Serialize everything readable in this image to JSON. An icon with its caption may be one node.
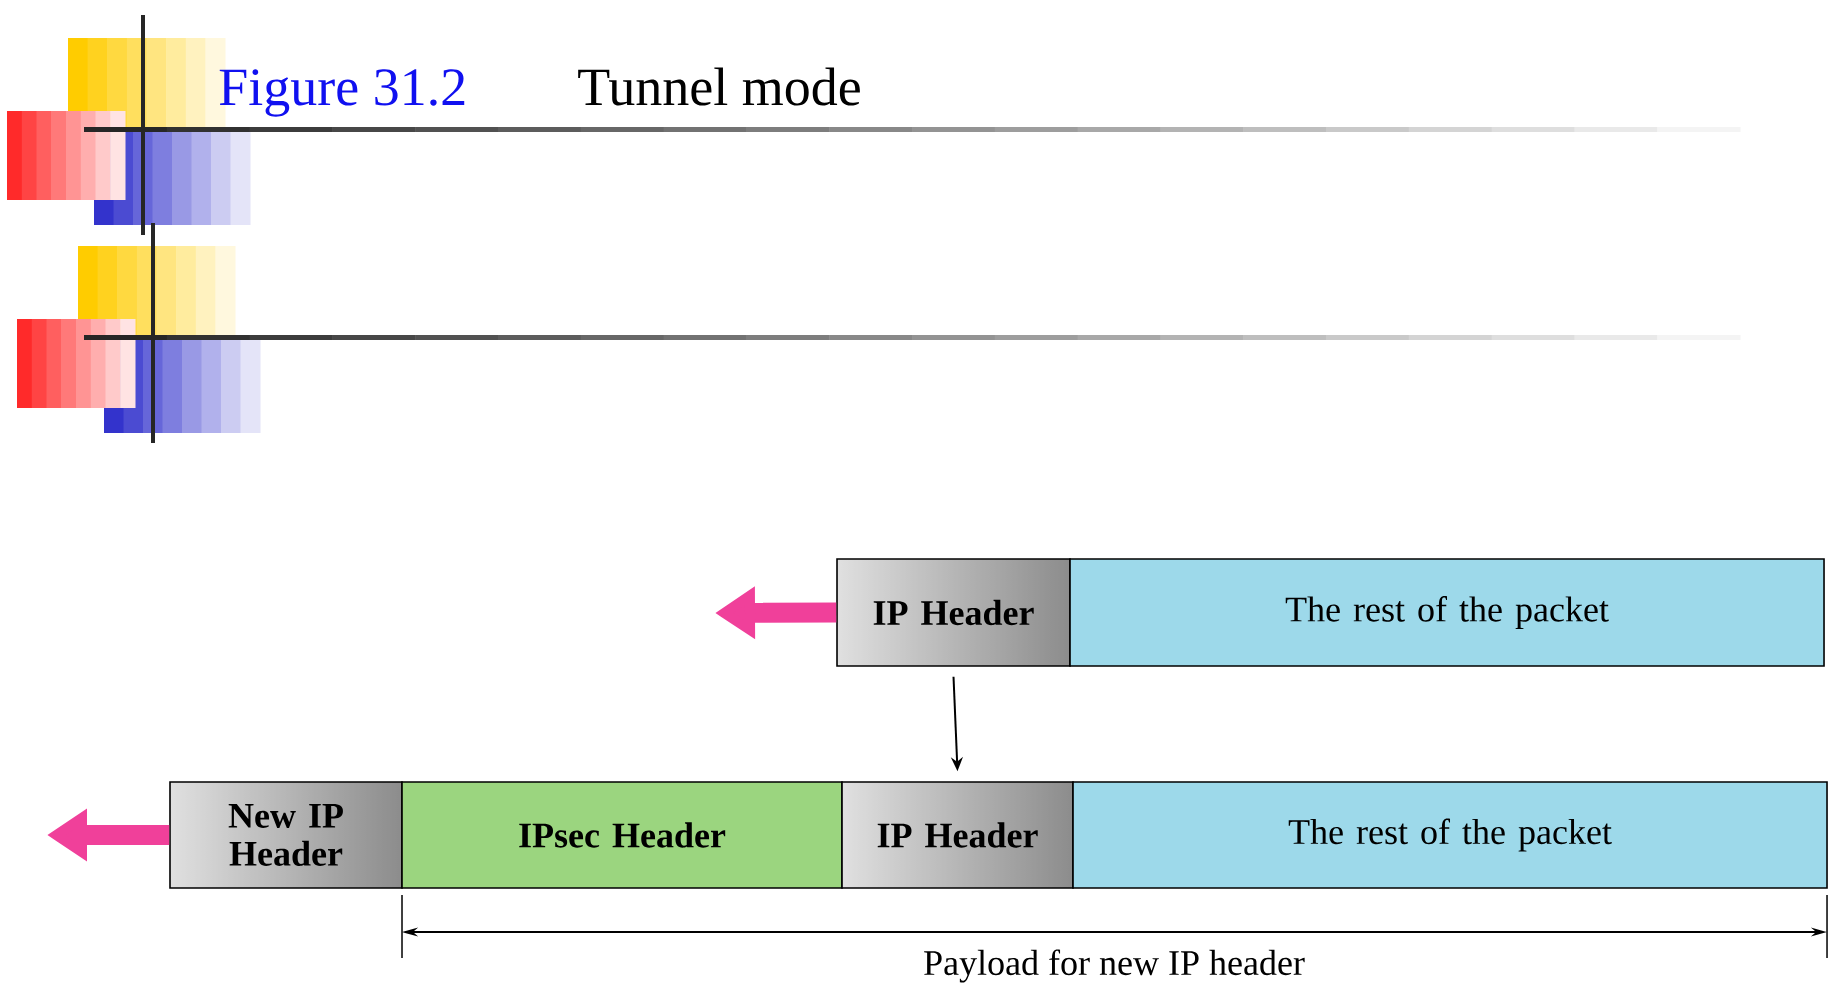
{
  "diagram": {
    "title": "Tunnel mode",
    "nodes": [
      {
        "text": [
          "IP Header"
        ]
      },
      {
        "text": [
          "The rest of the packet"
        ]
      },
      {
        "text": [
          "New IP Header"
        ]
      },
      {
        "text": [
          "IPsec Header"
        ]
      },
      {
        "text": [
          "IP Header"
        ]
      },
      {
        "text": [
          "The rest of the packet"
        ]
      }
    ],
    "edges": [
      {
        "from": 0,
        "to": null,
        "arrow": "to",
        "color": "#f0409a"
      },
      {
        "from": 0,
        "to": 4,
        "arrow": "to",
        "color": "#000000"
      },
      {
        "from": 2,
        "to": null,
        "arrow": "to",
        "color": "#f0409a"
      }
    ],
    "labels": [
      "Figure 31.2",
      "Payload for new IP header"
    ]
  }
}
